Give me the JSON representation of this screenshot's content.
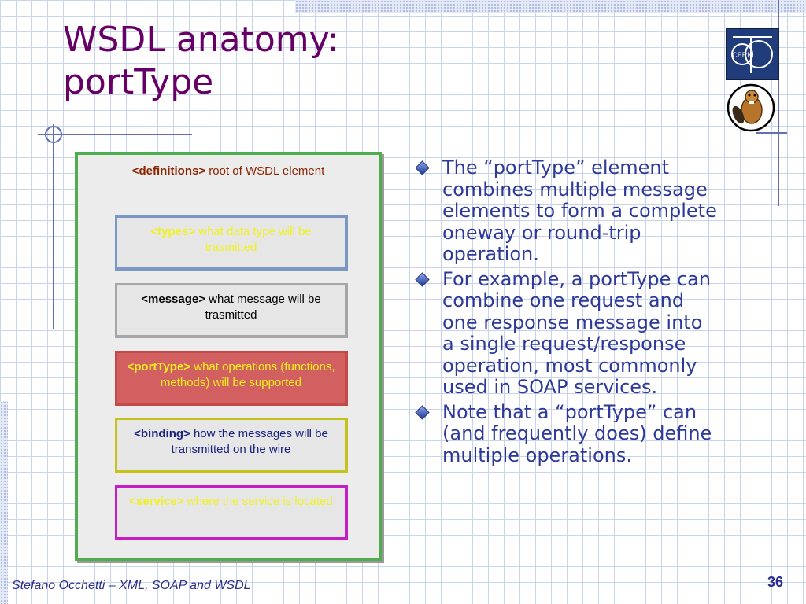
{
  "slide": {
    "title_lines": [
      "WSDL anatomy:",
      "portType"
    ],
    "footer": "Stefano Occhetti – XML, SOAP and WSDL",
    "page_number": "36"
  },
  "logos": {
    "cern_text": "CERN",
    "beaver": "beaver-mascot"
  },
  "diagram": {
    "definitions": {
      "tag": "<definitions>",
      "desc": " root of WSDL element"
    },
    "types": {
      "tag": "<types>",
      "desc": " what data type will be trasmitted"
    },
    "message": {
      "tag": "<message>",
      "desc": " what message will be trasmitted"
    },
    "porttype": {
      "tag": "<portType>",
      "desc": " what operations (functions, methods) will be supported"
    },
    "binding": {
      "tag": "<binding>",
      "desc": " how the messages will be transmitted on the wire"
    },
    "service": {
      "tag": "<service>",
      "desc": " where the service is located"
    }
  },
  "bullets": [
    "The “portType” element combines multiple message elements to form a complete oneway or round-trip operation.",
    "For example, a portType can combine one request and one response message into a single request/response operation, most commonly used in SOAP services.",
    "Note that a “portType” can (and frequently does) define multiple operations."
  ],
  "colors": {
    "title": "#660066",
    "bullet_text": "#2e3a9a",
    "frame_green": "#4fad4f",
    "porttype_fill": "#d26060",
    "highlight_yellow": "#f1f11e"
  }
}
